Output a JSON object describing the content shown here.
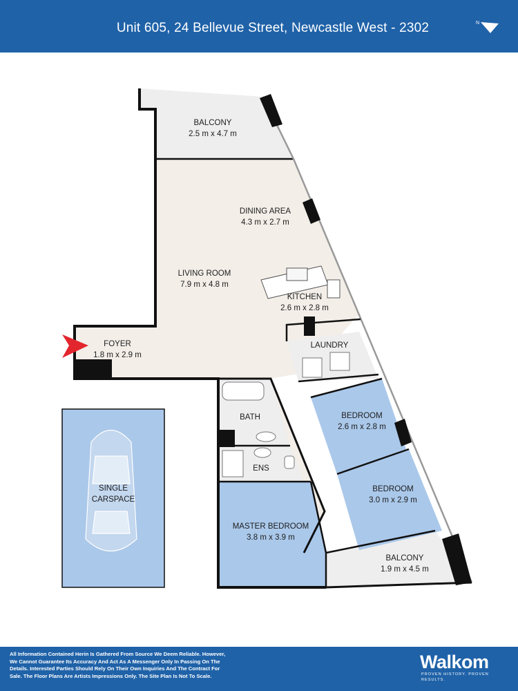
{
  "header": {
    "title": "Unit 605, 24 Bellevue Street, Newcastle West - 2302",
    "compass_icon": "north-arrow-icon",
    "compass_label": "N"
  },
  "colors": {
    "brand_blue": "#1f62a8",
    "floor_beige": "#f3eee8",
    "bedroom_blue": "#aac8ea",
    "balcony_grey": "#eeeeee",
    "wall_black": "#111111",
    "entry_arrow_red": "#e3262e"
  },
  "plan": {
    "rooms": {
      "balcony_north": {
        "name": "BALCONY",
        "size": "2.5 m x 4.7 m"
      },
      "dining": {
        "name": "DINING AREA",
        "size": "4.3 m x 2.7 m"
      },
      "living": {
        "name": "LIVING ROOM",
        "size": "7.9 m x 4.8 m"
      },
      "kitchen": {
        "name": "KITCHEN",
        "size": "2.6 m x 2.8 m"
      },
      "foyer": {
        "name": "FOYER",
        "size": "1.8 m x 2.9 m"
      },
      "laundry": {
        "name": "LAUNDRY"
      },
      "bath": {
        "name": "BATH"
      },
      "ens": {
        "name": "ENS"
      },
      "bedroom_1": {
        "name": "BEDROOM",
        "size": "2.6 m x 2.8 m"
      },
      "bedroom_2": {
        "name": "BEDROOM",
        "size": "3.0 m x 2.9 m"
      },
      "master": {
        "name": "MASTER BEDROOM",
        "size": "3.8 m x 3.9 m"
      },
      "balcony_south": {
        "name": "BALCONY",
        "size": "1.9 m x 4.5 m"
      }
    },
    "carspace": {
      "line1": "SINGLE",
      "line2": "CARSPACE"
    }
  },
  "footer": {
    "disclaimer": "All Information Contained Herin Is Gathered From Source We Deem Reliable. However, We Cannot Guarantee Its Accuracy And Act As A Messenger Only In Passing On The Details. Interested Parties Should Rely On Their Own Inquiries And The Contract For Sale. The Floor Plans Are Artists Impressions Only. The Site Plan Is Not To Scale.",
    "brand_name": "Walkom",
    "brand_tagline": "PROVEN HISTORY. PROVEN RESULTS."
  }
}
